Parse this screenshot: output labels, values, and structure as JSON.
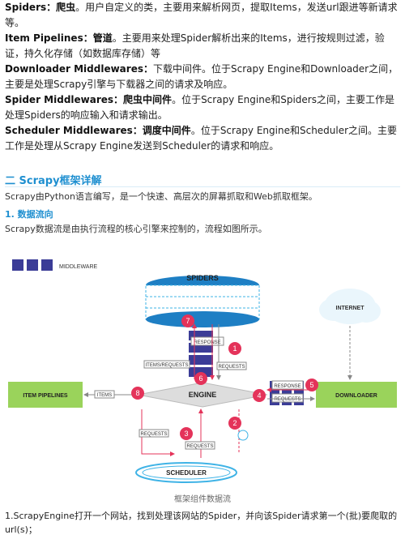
{
  "paragraphs": [
    {
      "term": "Spiders：",
      "name": "爬虫",
      "rest": "。用户自定义的类，主要用来解析网页，提取Items，发送url跟进等新请求等。"
    },
    {
      "term": "Item Pipelines：",
      "name": "管道",
      "rest": "。主要用来处理Spider解析出来的Items，进行按规则过滤，验证，持久化存储（如数据库存储）等"
    },
    {
      "term": "Downloader Middlewares：",
      "name": "",
      "rest": "下载中间件。位于Scrapy Engine和Downloader之间，主要是处理Scrapy引擎与下载器之间的请求及响应。"
    },
    {
      "term": "Spider Middlewares：",
      "name": "爬虫中间件",
      "rest": "。位于Scrapy Engine和Spiders之间，主要工作是处理Spiders的响应输入和请求输出。"
    },
    {
      "term": "Scheduler Middlewares：",
      "name": "调度中间件",
      "rest": "。位于Scrapy Engine和Scheduler之间。主要工作是处理从Scrapy Engine发送到Scheduler的请求和响应。"
    }
  ],
  "section_title": "二 Scrapy框架详解",
  "intro": "Scrapy由Python语言编写，是一个快速、高层次的屏幕抓取和Web抓取框架。",
  "subsection_title": "1. 数据流向",
  "flow_desc": "Scrapy数据流是由执行流程的核心引擎来控制的，流程如图所示。",
  "diagram": {
    "legend": "MIDDLEWARE",
    "spiders": "SPIDERS",
    "engine": "ENGINE",
    "scheduler": "SCHEDULER",
    "item_pipelines": "ITEM PIPELINES",
    "downloader": "DOWNLOADER",
    "internet": "INTERNET",
    "response_top": "RESPONSE",
    "items_requests": "ITEMS/REQUESTS",
    "requests_top": "REQUESTS",
    "items": "ITEMS",
    "response_right": "RESPONSE",
    "requests_right": "REQUESTS",
    "requests_left": "REQUESTS",
    "requests_bottom": "REQUESTS",
    "steps": [
      "1",
      "2",
      "3",
      "4",
      "5",
      "6",
      "7",
      "8"
    ],
    "colors": {
      "accent": "#e4335a",
      "blue": "#1e7fc4",
      "green": "#9ad35b",
      "purple": "#3b3c97",
      "cyan": "#3fb3e6"
    }
  },
  "caption": "框架组件数据流",
  "footer": "1.ScrapyEngine打开一个网站，找到处理该网站的Spider，并向该Spider请求第一个(批)要爬取的url(s)；"
}
